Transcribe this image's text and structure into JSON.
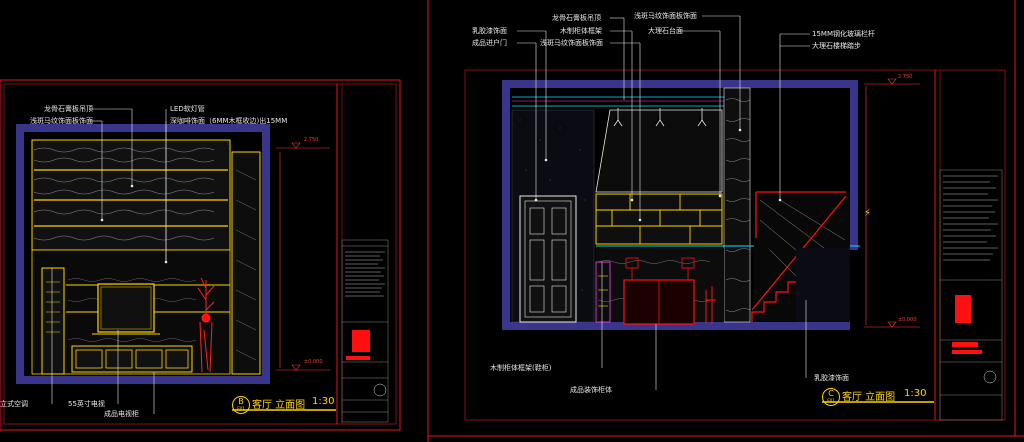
{
  "palette": {
    "bg": "#000000",
    "frame_red": "#e01818",
    "yellow": "#ffd400",
    "white": "#e8e8e8",
    "cyan": "#00e5ff",
    "blue_wall": "#39358a",
    "red_fill": "#ff1010",
    "green": "#20d020",
    "magenta": "#ff40ff"
  },
  "elevation_b": {
    "title": "客厅 立面图",
    "scale": "1:30",
    "tag": {
      "letter": "B",
      "code": "E01"
    },
    "labels_top": [
      "龙骨石膏板吊顶",
      "浅斑马纹饰面板饰面",
      "LED软灯管",
      "深咖啡饰面（6MM木框收边)出15MM"
    ],
    "labels_bottom": [
      "立式空调",
      "55英寸电视",
      "成品电视柜"
    ],
    "levels": [
      "2.750",
      "±0.000"
    ]
  },
  "elevation_c": {
    "title": "客厅 立面图",
    "scale": "1:30",
    "tag": {
      "letter": "C",
      "code": "E01"
    },
    "labels_top_left": [
      "乳胶漆饰面",
      "成品进户门"
    ],
    "labels_top_center": [
      "龙骨石膏板吊顶",
      "木制柜体框架",
      "浅斑马纹饰面板饰面"
    ],
    "labels_top_right": [
      "浅斑马纹饰面板饰面",
      "大理石台面"
    ],
    "labels_stair": [
      "15MM钢化玻璃栏杆",
      "大理石楼梯踏步"
    ],
    "labels_bottom": [
      "木制柜体框架(鞋柜)",
      "成品装饰柜体",
      "乳胶漆饰面"
    ],
    "levels": [
      "2.750",
      "±0.000"
    ]
  }
}
